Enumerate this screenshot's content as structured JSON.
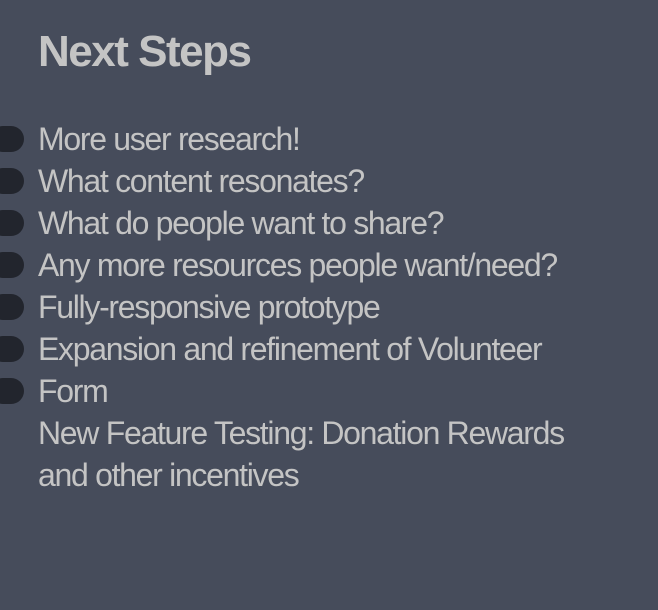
{
  "slide": {
    "title": "Next Steps",
    "lines": [
      "More user research!",
      "What content resonates?",
      "What do people want to share?",
      "Any more resources people want/need?",
      "Fully-responsive prototype",
      "Expansion and refinement of Volunteer",
      "Form",
      "New Feature Testing: Donation Rewards",
      "and other incentives"
    ],
    "bullet_marks": 7
  },
  "colors": {
    "background": "#464c5b",
    "text": "#c4c4c4",
    "bullet": "#22252d"
  }
}
